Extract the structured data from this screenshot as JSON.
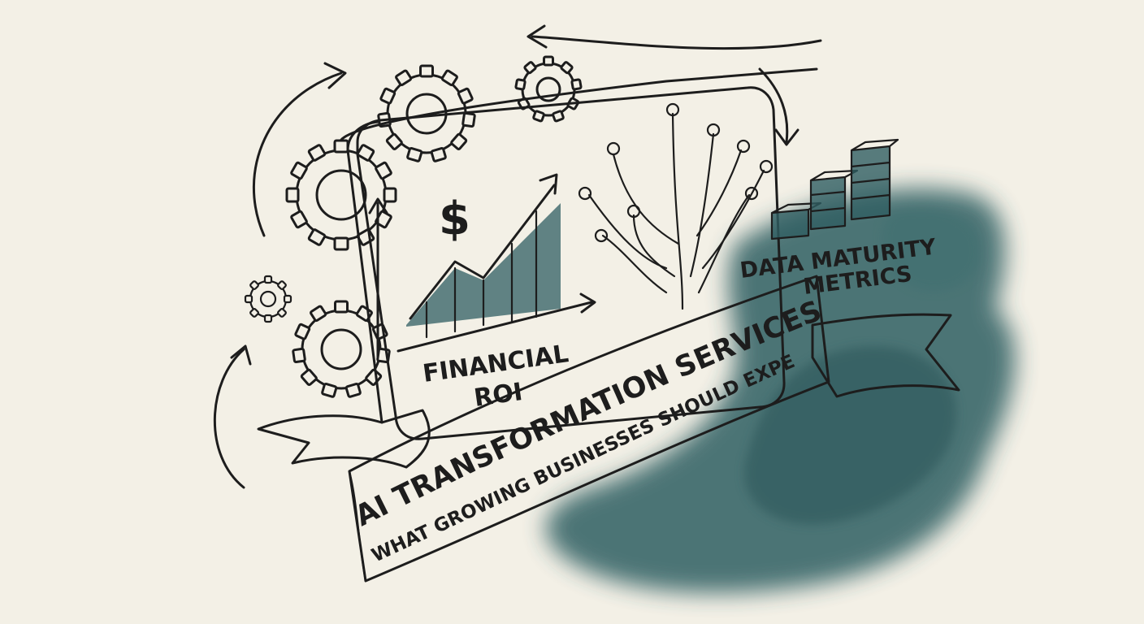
{
  "labels": {
    "currency_symbol": "$",
    "chart_label_line1": "FINANCIAL",
    "chart_label_line2": "ROI",
    "data_label_line1": "DATA MATURITY",
    "data_label_line2": "METRICS"
  },
  "banner": {
    "title": "AI TRANSFORMATION SERVICES:",
    "subtitle": "WHAT GROWING BUSINESSES SHOULD EXPECT"
  },
  "colors": {
    "paper": "#f3f0e6",
    "ink": "#1d1d1d",
    "wash": "#2f5e62"
  }
}
